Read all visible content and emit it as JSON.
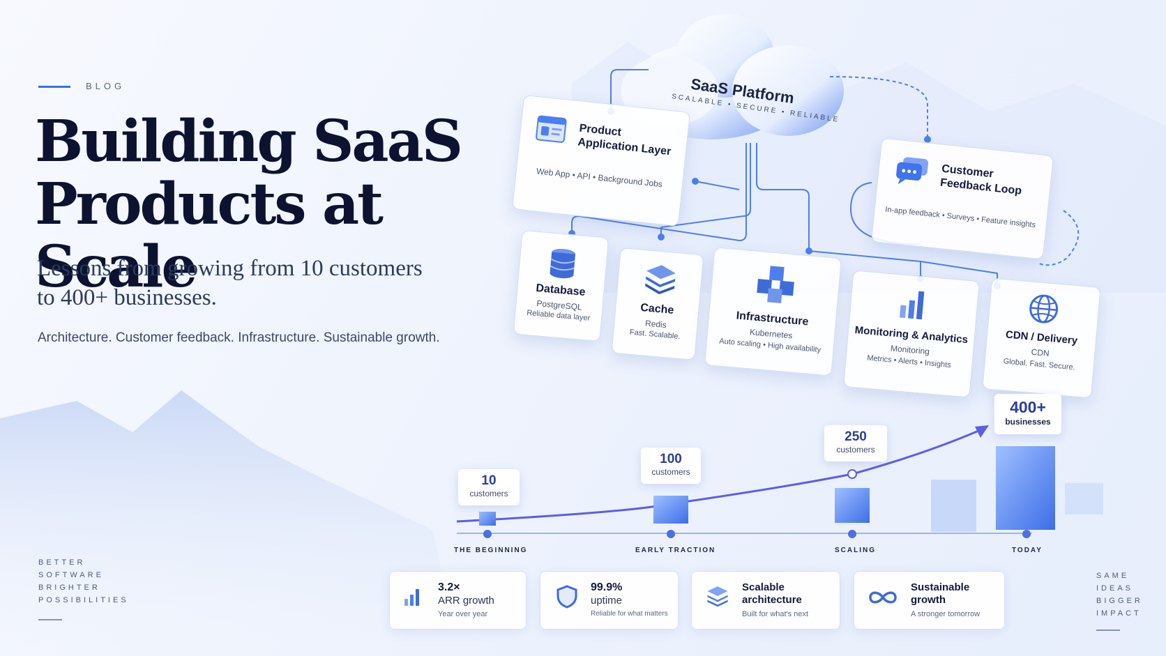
{
  "header": {
    "blog_label": "BLOG"
  },
  "hero": {
    "title_line1": "Building SaaS",
    "title_line2": "Products at Scale",
    "subtitle_line1": "Lessons from growing from 10 customers",
    "subtitle_line2": "to 400+ businesses.",
    "tagline": "Architecture. Customer feedback. Infrastructure. Sustainable growth."
  },
  "side_left": [
    "BETTER",
    "SOFTWARE",
    "BRIGHTER",
    "POSSIBILITIES"
  ],
  "side_right": [
    "SAME",
    "IDEAS",
    "BIGGER",
    "IMPACT"
  ],
  "platform": {
    "title": "SaaS Platform",
    "subtitle": "SCALABLE  •  SECURE  •  RELIABLE"
  },
  "cards": {
    "product_app": {
      "title_line1": "Product",
      "title_line2": "Application Layer",
      "details": "Web App  •  API  •  Background Jobs",
      "icon": "browser-window-icon"
    },
    "customer_feedback": {
      "title_line1": "Customer",
      "title_line2": "Feedback Loop",
      "details": "In-app feedback  •  Surveys  •  Feature insights",
      "icon": "chat-bubbles-icon"
    },
    "database": {
      "title": "Database",
      "line1": "PostgreSQL",
      "line2": "Reliable data layer",
      "icon": "database-icon"
    },
    "cache": {
      "title": "Cache",
      "line1": "Redis",
      "line2": "Fast. Scalable.",
      "icon": "layers-icon"
    },
    "infrastructure": {
      "title": "Infrastructure",
      "line1": "Kubernetes",
      "line2": "Auto scaling  •  High availability",
      "icon": "cubes-icon"
    },
    "monitoring": {
      "title": "Monitoring & Analytics",
      "line1": "Monitoring",
      "line2": "Metrics  •  Alerts  •  Insights",
      "icon": "bar-chart-icon"
    },
    "cdn": {
      "title": "CDN / Delivery",
      "line1": "CDN",
      "line2": "Global. Fast. Secure.",
      "icon": "globe-icon"
    }
  },
  "milestones": [
    {
      "value": "10",
      "caption": "customers",
      "label": "THE BEGINNING"
    },
    {
      "value": "100",
      "caption": "customers",
      "label": "EARLY TRACTION"
    },
    {
      "value": "250",
      "caption": "customers",
      "label": "SCALING"
    },
    {
      "value": "400+",
      "caption": "businesses",
      "label": "TODAY"
    }
  ],
  "stats": [
    {
      "value": "3.2×",
      "label": "ARR growth",
      "note": "Year over year",
      "icon": "bar-chart-icon"
    },
    {
      "value": "99.9%",
      "label": "uptime",
      "note": "Reliable for what matters",
      "icon": "shield-icon"
    },
    {
      "value": "Scalable",
      "label": "architecture",
      "note": "Built for what's next",
      "icon": "layers-icon"
    },
    {
      "value": "Sustainable",
      "label": "growth",
      "note": "A stronger tomorrow",
      "icon": "infinity-icon"
    }
  ],
  "colors": {
    "accent": "#3d6ee8",
    "ink": "#0c1230",
    "growth_line": "#5b5ee8"
  }
}
